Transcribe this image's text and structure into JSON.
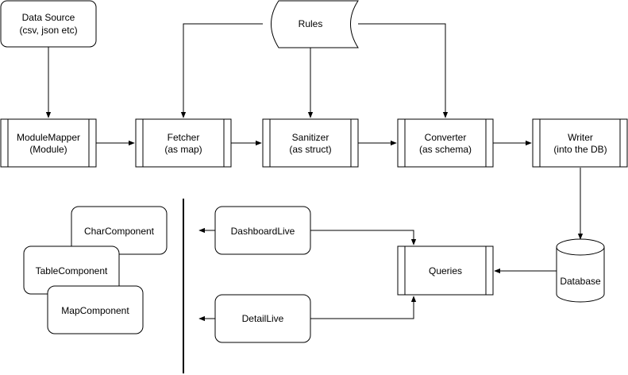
{
  "nodes": {
    "data_source": {
      "line1": "Data Source",
      "line2": "(csv, json etc)"
    },
    "rules": {
      "label": "Rules"
    },
    "module_mapper": {
      "line1": "ModuleMapper",
      "line2": "(Module)"
    },
    "fetcher": {
      "line1": "Fetcher",
      "line2": "(as map)"
    },
    "sanitizer": {
      "line1": "Sanitizer",
      "line2": "(as struct)"
    },
    "converter": {
      "line1": "Converter",
      "line2": "(as schema)"
    },
    "writer": {
      "line1": "Writer",
      "line2": "(into the DB)"
    },
    "database": {
      "label": "Database"
    },
    "queries": {
      "label": "Queries"
    },
    "dashboard_live": {
      "label": "DashboardLive"
    },
    "detail_live": {
      "label": "DetailLive"
    },
    "char_component": {
      "label": "CharComponent"
    },
    "table_component": {
      "label": "TableComponent"
    },
    "map_component": {
      "label": "MapComponent"
    }
  }
}
